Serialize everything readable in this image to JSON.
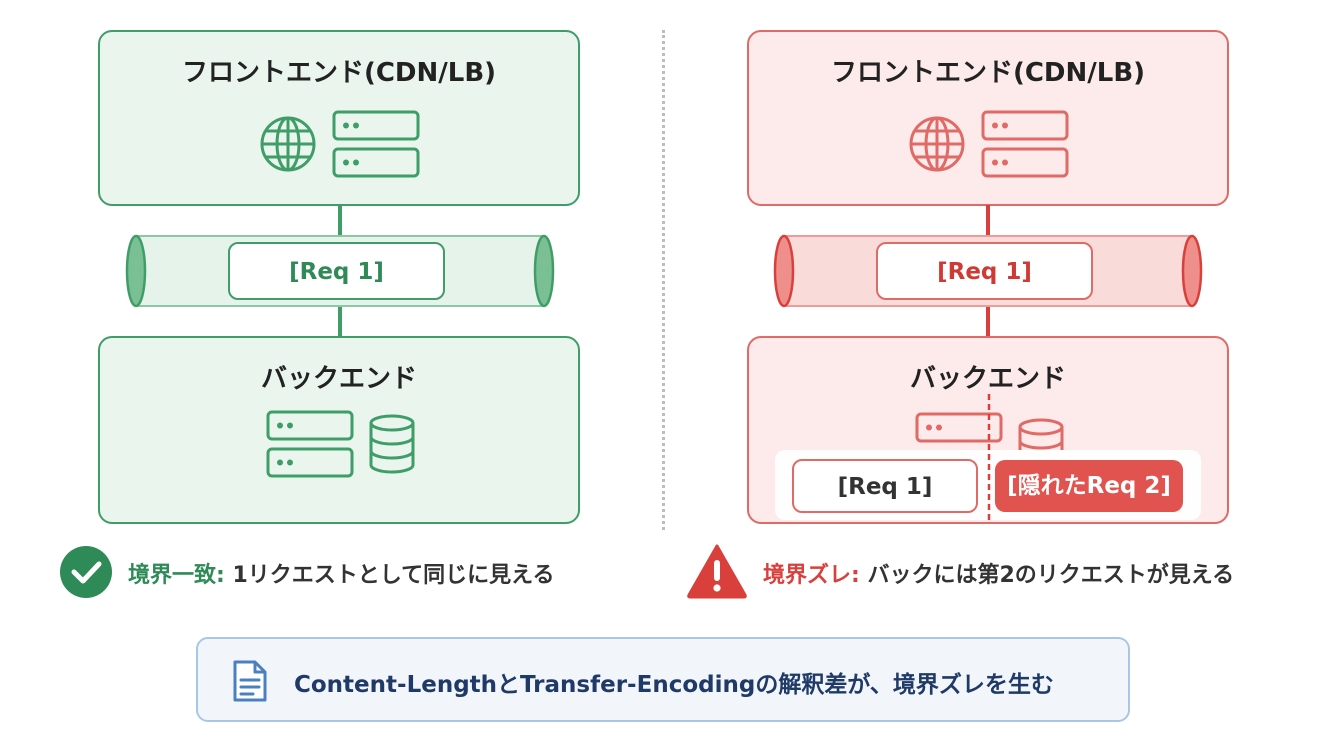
{
  "left": {
    "frontend_title": "フロントエンド(CDN/LB)",
    "backend_title": "バックエンド",
    "pipe_request": "[Req 1]"
  },
  "right": {
    "frontend_title": "フロントエンド(CDN/LB)",
    "backend_title": "バックエンド",
    "pipe_request": "[Req 1]",
    "backend_request_1": "[Req 1]",
    "backend_request_2": "[隠れたReq 2]"
  },
  "legend": {
    "ok_label": "境界一致:",
    "ok_text": "1リクエストとして同じに見える",
    "warn_label": "境界ズレ:",
    "warn_text": "バックには第2のリクエストが見える"
  },
  "note": {
    "text": "Content-LengthとTransfer-Encodingの解釈差が、境界ズレを生む"
  },
  "colors": {
    "green": "#3f9e68",
    "red": "#e0534e",
    "navy": "#1f3a66",
    "note_border": "#a9c6e6"
  },
  "icons": [
    "globe-icon",
    "server-icon",
    "database-icon",
    "check-icon",
    "warning-icon",
    "document-icon"
  ]
}
